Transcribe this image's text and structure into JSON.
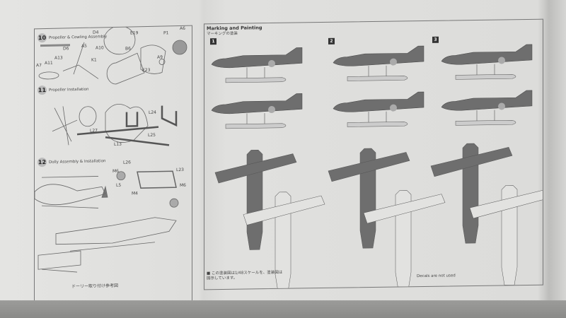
{
  "left_page": {
    "steps": [
      {
        "number": "10",
        "title_en": "Propeller & Cowling Assembly"
      },
      {
        "number": "11",
        "title_en": "Propeller Installation"
      },
      {
        "number": "12",
        "title_en": "Dolly Assembly & Installation"
      }
    ],
    "part_labels": [
      "D4",
      "A10",
      "E19",
      "P1",
      "A6",
      "D6",
      "A5",
      "K1",
      "B6",
      "A9",
      "A7",
      "A11",
      "A13",
      "E23",
      "L24",
      "L27",
      "L13",
      "L25",
      "L26",
      "M6",
      "L23",
      "L5",
      "M4",
      "M6"
    ],
    "bottom_caption": "ドーリー取り付け参考図"
  },
  "right_page": {
    "header": "Marking and Painting",
    "header_jp": "マーキングの塗装",
    "scheme_numbers": [
      "1",
      "2",
      "3"
    ],
    "footer_left_note": "■ この塗装図は1/48スケールを、塗装図は図示しています。",
    "footer_right_note": "Decals are not used"
  },
  "colors": {
    "paper": "#dededc",
    "ink": "#555555",
    "aircraft_dark": "#6e6e6e",
    "table": "#8f8f8d"
  }
}
